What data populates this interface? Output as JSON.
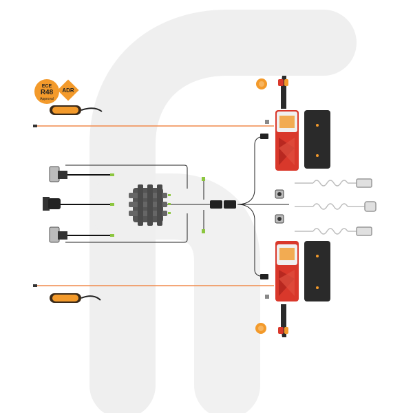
{
  "badges": {
    "ece": {
      "line1": "ECE",
      "line2": "R48",
      "line3": "Approval"
    },
    "adr": {
      "label": "ADR"
    }
  },
  "colors": {
    "orange": "#f39a2b",
    "orange_wire": "#f08a4b",
    "red": "#d9382b",
    "dark": "#2a2a2a",
    "watermark": "#ececec",
    "green_tip": "#8cc63f"
  },
  "components": {
    "side_markers": [
      "side-marker-light-top",
      "side-marker-light-bottom"
    ],
    "rear_lamps": [
      "rear-combination-lamp-top",
      "rear-combination-lamp-bottom"
    ],
    "lamp_backs": [
      "lamp-back-housing-top",
      "lamp-back-housing-bottom"
    ],
    "end_outline_lamps": [
      "end-outline-marker-top",
      "end-outline-marker-bottom"
    ],
    "reflectors": [
      "round-reflector-top",
      "round-reflector-bottom"
    ],
    "sockets": [
      "socket-left-top",
      "socket-left-middle",
      "socket-left-bottom"
    ],
    "junction_box": "junction-box",
    "coiled_cables": [
      "coiled-cable-top",
      "coiled-cable-middle",
      "coiled-cable-bottom"
    ]
  }
}
